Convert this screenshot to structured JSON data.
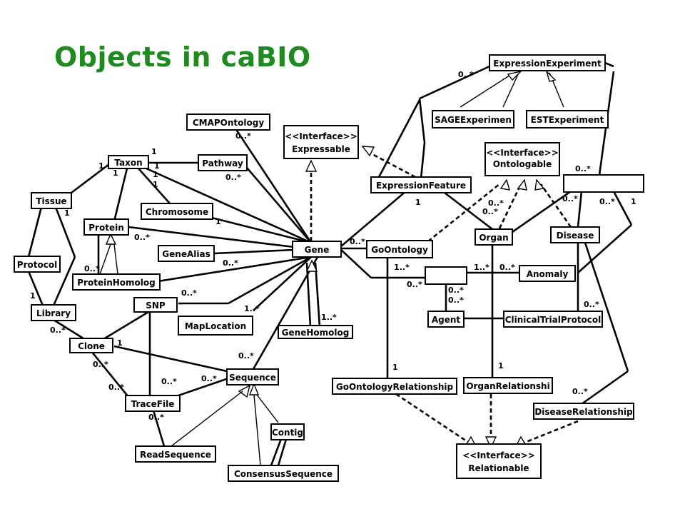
{
  "title": "Objects in caBIO",
  "classes": {
    "expression_experiment": "ExpressionExperiment",
    "sage_experiment": "SAGEExperimen",
    "est_experiment": "ESTExperiment",
    "cmap_ontology": "CMAPOntology",
    "interface_stereotype": "<<Interface>>",
    "expressable": "Expressable",
    "ontologable": "Ontologable",
    "relationable": "Relationable",
    "taxon": "Taxon",
    "pathway": "Pathway",
    "tissue": "Tissue",
    "chromosome": "Chromosome",
    "protein": "Protein",
    "expression_feature": "ExpressionFeature",
    "gene_alias": "GeneAlias",
    "gene": "Gene",
    "go_ontology": "GoOntology",
    "organ": "Organ",
    "disease": "Disease",
    "protocol": "Protocol",
    "protein_homolog": "ProteinHomolog",
    "anomaly": "Anomaly",
    "snp": "SNP",
    "library": "Library",
    "map_location": "MapLocation",
    "gene_homolog": "GeneHomolog",
    "agent": "Agent",
    "clinical_trial_protocol": "ClinicalTrialProtocol",
    "clone": "Clone",
    "sequence": "Sequence",
    "go_ontology_relationship": "GoOntologyRelationship",
    "organ_relationship": "OrganRelationshi",
    "trace_file": "TraceFile",
    "disease_relationship": "DiseaseRelationship",
    "contig": "Contig",
    "read_sequence": "ReadSequence",
    "consensus_sequence": "ConsensusSequence"
  },
  "multiplicities": {
    "m1": "0..*",
    "m2": "0..*",
    "m3": "1",
    "m4": "1",
    "m5": "1",
    "m6": "1",
    "m7": "0..*",
    "m8": "1",
    "m9": "1",
    "m10": "1",
    "m11": "0..*",
    "m12": "1",
    "m13": "0..*",
    "m14": "0..*",
    "m15": "0..*",
    "m16": "1",
    "m17": "0..*",
    "m18": "0..*",
    "m19": "0..*",
    "m20": "1",
    "m21": "0..*",
    "m22": "0..*",
    "m23": "1..*",
    "m24": "0..*",
    "m25": "1..*",
    "m26": "0..*",
    "m27": "0..*",
    "m28": "0..*",
    "m29": "1",
    "m30": "0..*",
    "m31": "0..*",
    "m32": "1..*",
    "m33": "1..*",
    "m34": "0..*",
    "m35": "1",
    "m36": "0..*",
    "m37": "0..*",
    "m38": "1",
    "m39": "1",
    "m40": "0..*",
    "m41": "0..*",
    "m42": "0..*",
    "m43": "0..*",
    "m44": "0..*"
  }
}
